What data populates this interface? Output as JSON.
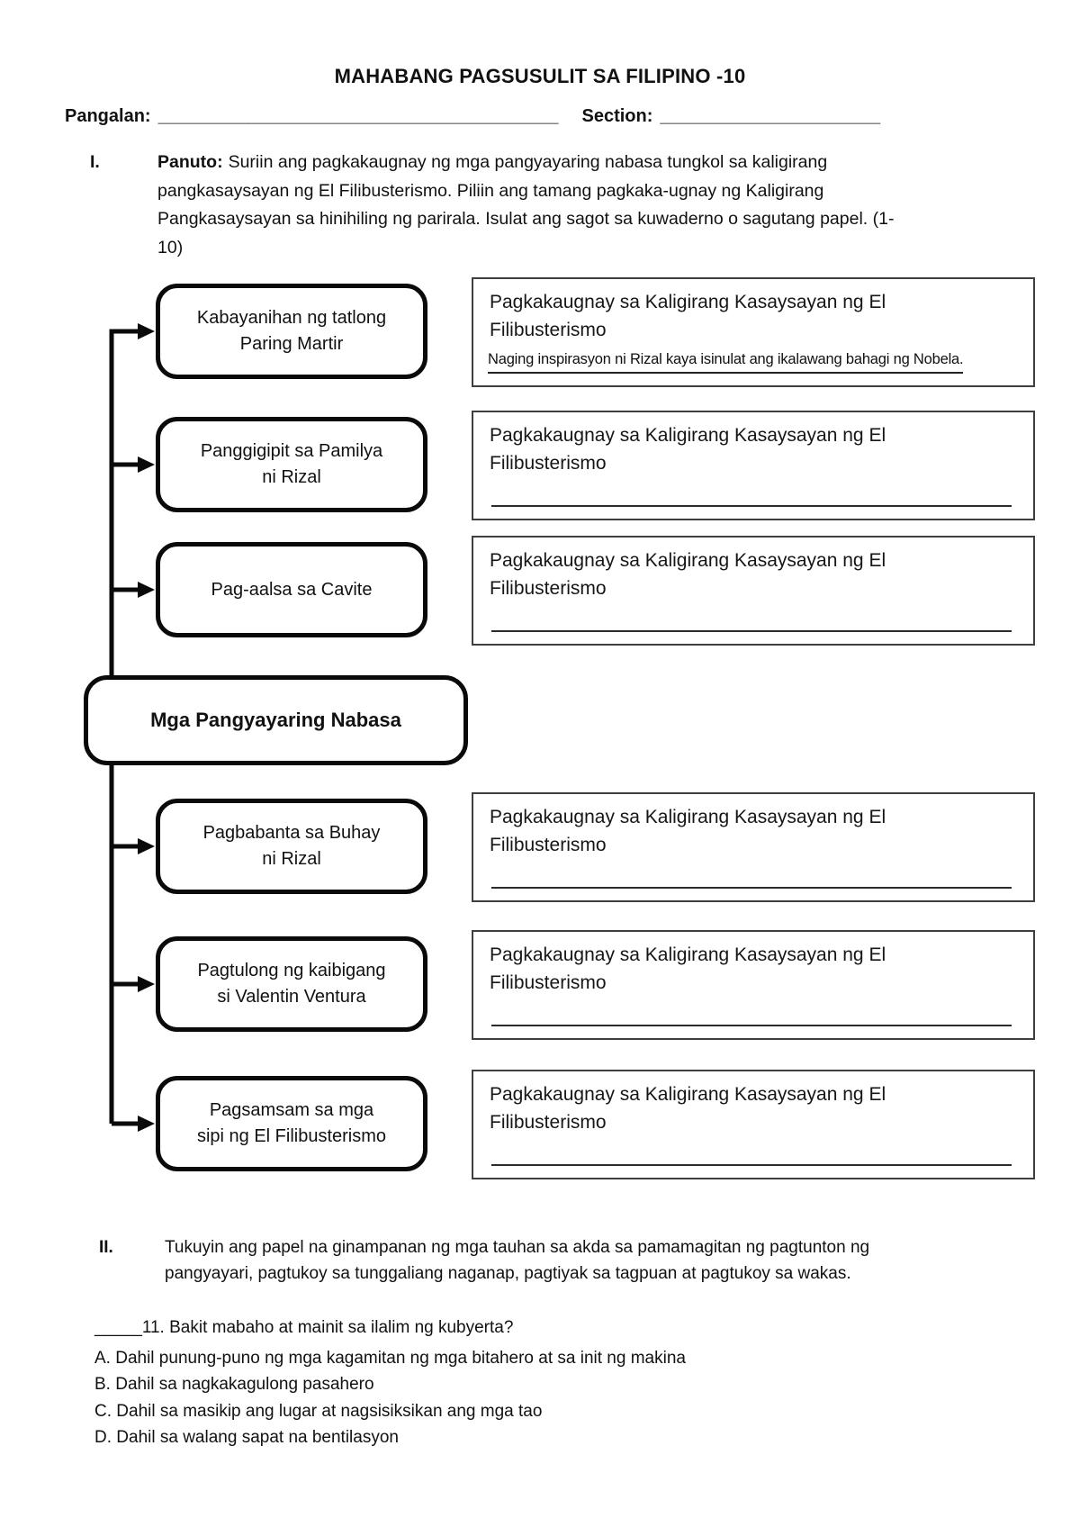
{
  "page": {
    "title": "MAHABANG PAGSUSULIT SA FILIPINO -10",
    "name_label": "Pangalan:",
    "name_blank": "________________________________________",
    "section_label": "Section:",
    "section_blank": "______________________"
  },
  "part1": {
    "numeral": "I.",
    "instruction_label": "Panuto:",
    "instruction_text": "Suriin ang pagkakaugnay ng mga pangyayaring nabasa tungkol sa kaligirang pangkasaysayan ng El Filibusterismo. Piliin ang tamang pagkaka-ugnay ng Kaligirang Pangkasaysayan sa hinihiling ng parirala. Isulat ang sagot sa kuwaderno o sagutang papel. (1-10)"
  },
  "diagram": {
    "center_label": "Mga Pangyayaring Nabasa",
    "right_box_title": "Pagkakaugnay sa Kaligirang Kasaysayan ng El Filibusterismo",
    "pairs": [
      {
        "left": "Kabayanihan ng tatlong Paring Martir",
        "answer": "Naging inspirasyon ni Rizal kaya isinulat ang ikalawang bahagi ng Nobela."
      },
      {
        "left": "Panggigipit sa Pamilya ni Rizal",
        "answer": ""
      },
      {
        "left": "Pag-aalsa sa Cavite",
        "answer": ""
      },
      {
        "left": "Pagbabanta sa Buhay ni Rizal",
        "answer": ""
      },
      {
        "left": "Pagtulong ng kaibigang si Valentin Ventura",
        "answer": ""
      },
      {
        "left": "Pagsamsam sa mga sipi ng El Filibusterismo",
        "answer": ""
      }
    ]
  },
  "part2": {
    "numeral": "II.",
    "instruction_text": "Tukuyin ang papel na ginampanan ng mga tauhan sa akda sa pamamagitan ng pagtunton ng pangyayari, pagtukoy sa tunggaliang naganap, pagtiyak sa tagpuan at pagtukoy sa wakas.",
    "question": {
      "text": "_____11. Bakit mabaho at mainit sa ilalim ng kubyerta?",
      "choices": [
        "A. Dahil punung-puno ng mga kagamitan ng mga bitahero at sa init ng makina",
        "B. Dahil sa nagkakagulong pasahero",
        "C. Dahil sa masikip ang lugar at nagsisiksikan ang mga tao",
        "D. Dahil sa walang sapat na bentilasyon"
      ]
    }
  },
  "colors": {
    "ink": "#111111",
    "thick_box_border": "#0a0a0a",
    "thin_box_border": "#3f3f3f",
    "blank_line": "#2b2b2b",
    "background": "#ffffff"
  }
}
